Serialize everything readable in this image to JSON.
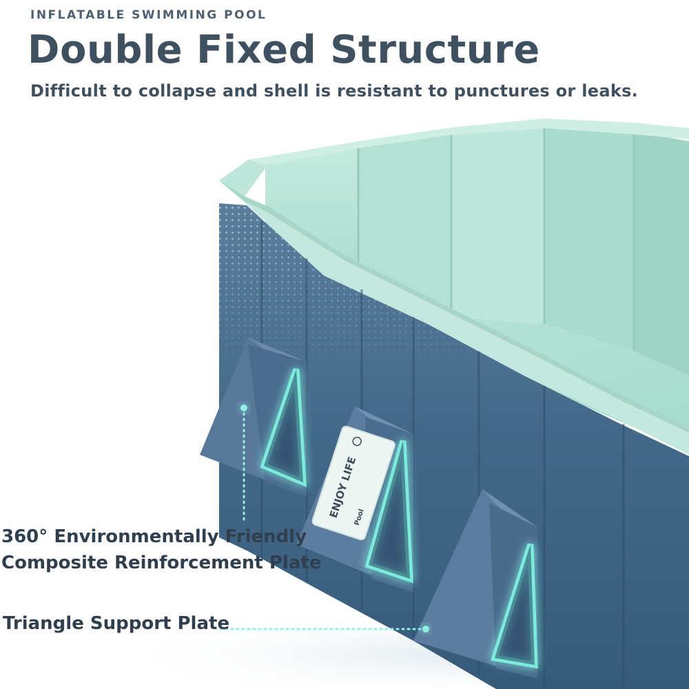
{
  "header": {
    "eyebrow": "INFLATABLE SWIMMING POOL",
    "title": "Double Fixed Structure",
    "subtitle": "Difficult to collapse and shell is resistant to punctures or leaks."
  },
  "callouts": [
    {
      "line1": "360° Environmentally Friendly",
      "line2": "Composite Reinforcement Plate"
    },
    {
      "line1": "Triangle Support Plate"
    }
  ],
  "product_label": {
    "brand": "ENJOY LIFE",
    "type": "Pool"
  },
  "colors": {
    "wall_dark": "#3f6584",
    "wall_mid": "#4d7395",
    "liner": "#a9d9cc",
    "rim": "#bfe6da",
    "glow": "#7ff2e0",
    "text": "#3f5060"
  }
}
